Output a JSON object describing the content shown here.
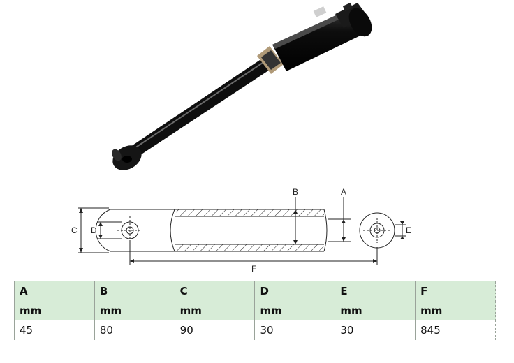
{
  "drawing": {
    "labels": {
      "a": "A",
      "b": "B",
      "c": "C",
      "d": "D",
      "e": "E",
      "f": "F"
    }
  },
  "table": {
    "columns": [
      {
        "name": "A",
        "unit": "mm",
        "value": "45"
      },
      {
        "name": "B",
        "unit": "mm",
        "value": "80"
      },
      {
        "name": "C",
        "unit": "mm",
        "value": "90"
      },
      {
        "name": "D",
        "unit": "mm",
        "value": "30"
      },
      {
        "name": "E",
        "unit": "mm",
        "value": "30"
      },
      {
        "name": "F",
        "unit": "mm",
        "value": "845"
      }
    ]
  },
  "colors": {
    "header_bg": "#d7ecd7",
    "cylinder": "#111111"
  }
}
